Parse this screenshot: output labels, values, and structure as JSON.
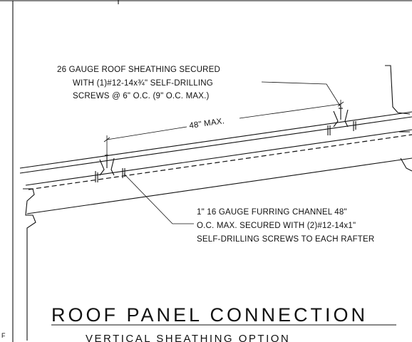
{
  "callouts": {
    "sheathing": {
      "line1": "26 GAUGE ROOF SHEATHING SECURED",
      "line2": "WITH (1)#12-14x¾\" SELF-DRILLING",
      "line3": "SCREWS @ 6\" O.C. (9\" O.C. MAX.)"
    },
    "dimension": "48\" MAX.",
    "furring": {
      "line1": "1\" 16 GAUGE FURRING CHANNEL 48\"",
      "line2": "O.C. MAX. SECURED WITH (2)#12-14x1\"",
      "line3": "SELF-DRILLING SCREWS TO EACH RAFTER"
    }
  },
  "title": {
    "main": "ROOF PANEL CONNECTION",
    "sub": "VERTICAL SHEATHING OPTION"
  },
  "margin_mark": "F"
}
